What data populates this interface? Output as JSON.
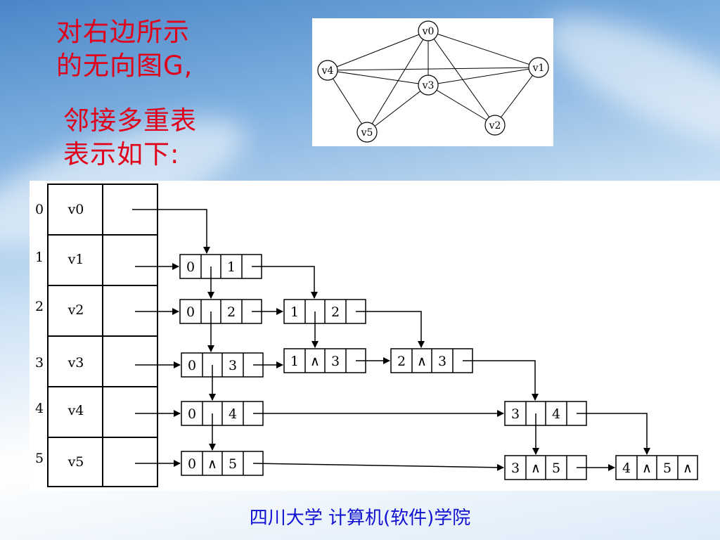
{
  "intro": {
    "line1": "对右边所示",
    "line2": "的无向图G,",
    "line3": "邻接多重表",
    "line4": "表示如下:"
  },
  "graph": {
    "nodes": [
      "v0",
      "v1",
      "v2",
      "v3",
      "v4",
      "v5"
    ],
    "edges": [
      [
        "v0",
        "v1"
      ],
      [
        "v0",
        "v4"
      ],
      [
        "v0",
        "v2"
      ],
      [
        "v0",
        "v3"
      ],
      [
        "v0",
        "v5"
      ],
      [
        "v4",
        "v3"
      ],
      [
        "v3",
        "v1"
      ],
      [
        "v3",
        "v2"
      ],
      [
        "v3",
        "v5"
      ],
      [
        "v4",
        "v5"
      ],
      [
        "v4",
        "v1"
      ],
      [
        "v1",
        "v2"
      ]
    ]
  },
  "table": {
    "rows": [
      {
        "index": "0",
        "label": "v0"
      },
      {
        "index": "1",
        "label": "v1"
      },
      {
        "index": "2",
        "label": "v2"
      },
      {
        "index": "3",
        "label": "v3"
      },
      {
        "index": "4",
        "label": "v4"
      },
      {
        "index": "5",
        "label": "v5"
      }
    ]
  },
  "edge_nodes": [
    {
      "ivex": "0",
      "jvex": "1"
    },
    {
      "ivex": "0",
      "jvex": "2"
    },
    {
      "ivex": "1",
      "jvex": "2"
    },
    {
      "ivex": "0",
      "jvex": "3"
    },
    {
      "ivex": "1",
      "jvex": "3"
    },
    {
      "ivex": "2",
      "jvex": "3"
    },
    {
      "ivex": "0",
      "jvex": "4"
    },
    {
      "ivex": "3",
      "jvex": "4"
    },
    {
      "ivex": "0",
      "jvex": "5"
    },
    {
      "ivex": "3",
      "jvex": "5"
    },
    {
      "ivex": "4",
      "jvex": "5"
    }
  ],
  "null_symbol": "∧",
  "footer": "四川大学 计算机(软件)学院"
}
